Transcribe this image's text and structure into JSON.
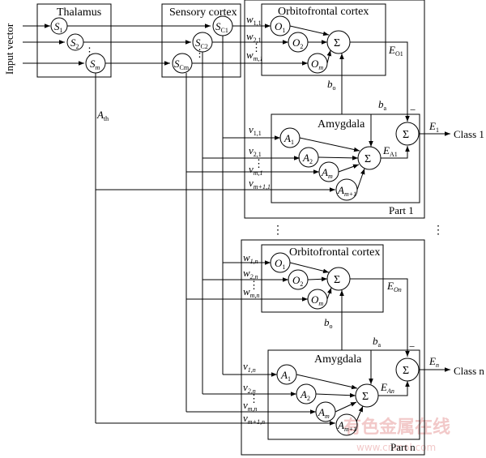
{
  "input_label": "Input vector",
  "thalamus": {
    "title": "Thalamus",
    "nodes": [
      {
        "base": "S",
        "sub": "1"
      },
      {
        "base": "S",
        "sub": "2"
      },
      {
        "base": "S",
        "sub": "m"
      }
    ]
  },
  "sensory_cortex": {
    "title": "Sensory cortex",
    "nodes": [
      {
        "base": "S",
        "sub": "C1"
      },
      {
        "base": "S",
        "sub": "C2"
      },
      {
        "base": "S",
        "sub": "Cm"
      }
    ]
  },
  "a_th": {
    "base": "A",
    "sub": "th"
  },
  "ellipsis": "⋮",
  "parts": [
    {
      "label": "Part 1",
      "ofc": {
        "title": "Orbitofrontal cortex",
        "nodes": [
          {
            "base": "O",
            "sub": "1"
          },
          {
            "base": "O",
            "sub": "2"
          },
          {
            "base": "O",
            "sub": "m"
          }
        ],
        "weights": [
          {
            "base": "w",
            "sub": "1,1"
          },
          {
            "base": "w",
            "sub": "2,1"
          },
          {
            "base": "w",
            "sub": "m,1"
          }
        ],
        "sigma": "Σ",
        "output": {
          "base": "E",
          "sub": "O1"
        }
      },
      "amygdala": {
        "title": "Amygdala",
        "nodes": [
          {
            "base": "A",
            "sub": "1"
          },
          {
            "base": "A",
            "sub": "2"
          },
          {
            "base": "A",
            "sub": "m"
          },
          {
            "base": "A",
            "sub": "m+1"
          }
        ],
        "weights": [
          {
            "base": "v",
            "sub": "1,1"
          },
          {
            "base": "v",
            "sub": "2,1"
          },
          {
            "base": "v",
            "sub": "m,1"
          },
          {
            "base": "v",
            "sub": "m+1,1"
          }
        ],
        "sigma": "Σ",
        "output": {
          "base": "E",
          "sub": "A1"
        }
      },
      "b_o": {
        "base": "b",
        "sub": "o"
      },
      "b_a": {
        "base": "b",
        "sub": "a"
      },
      "minus": "−",
      "final_sigma": "Σ",
      "final_output": {
        "base": "E",
        "sub": "1"
      },
      "class_label": "Class 1"
    },
    {
      "label": "Part n",
      "ofc": {
        "title": "Orbitofrontal cortex",
        "nodes": [
          {
            "base": "O",
            "sub": "1"
          },
          {
            "base": "O",
            "sub": "2"
          },
          {
            "base": "O",
            "sub": "m"
          }
        ],
        "weights": [
          {
            "base": "w",
            "sub": "1,n"
          },
          {
            "base": "w",
            "sub": "2,n"
          },
          {
            "base": "w",
            "sub": "m,n"
          }
        ],
        "sigma": "Σ",
        "output": {
          "base": "E",
          "sub": "On"
        }
      },
      "amygdala": {
        "title": "Amygdala",
        "nodes": [
          {
            "base": "A",
            "sub": "1"
          },
          {
            "base": "A",
            "sub": "2"
          },
          {
            "base": "A",
            "sub": "m"
          },
          {
            "base": "A",
            "sub": "m+1"
          }
        ],
        "weights": [
          {
            "base": "v",
            "sub": "1,n"
          },
          {
            "base": "v",
            "sub": "2,n"
          },
          {
            "base": "v",
            "sub": "m,n"
          },
          {
            "base": "v",
            "sub": "m+1,n"
          }
        ],
        "sigma": "Σ",
        "output": {
          "base": "E",
          "sub": "An"
        }
      },
      "b_o": {
        "base": "b",
        "sub": "o"
      },
      "b_a": {
        "base": "b",
        "sub": "a"
      },
      "minus": "−",
      "final_sigma": "Σ",
      "final_output": {
        "base": "E",
        "sub": "n"
      },
      "class_label": "Class n"
    }
  ],
  "watermark": {
    "main": "有色金属在线",
    "url": "www.cnmol.com"
  }
}
